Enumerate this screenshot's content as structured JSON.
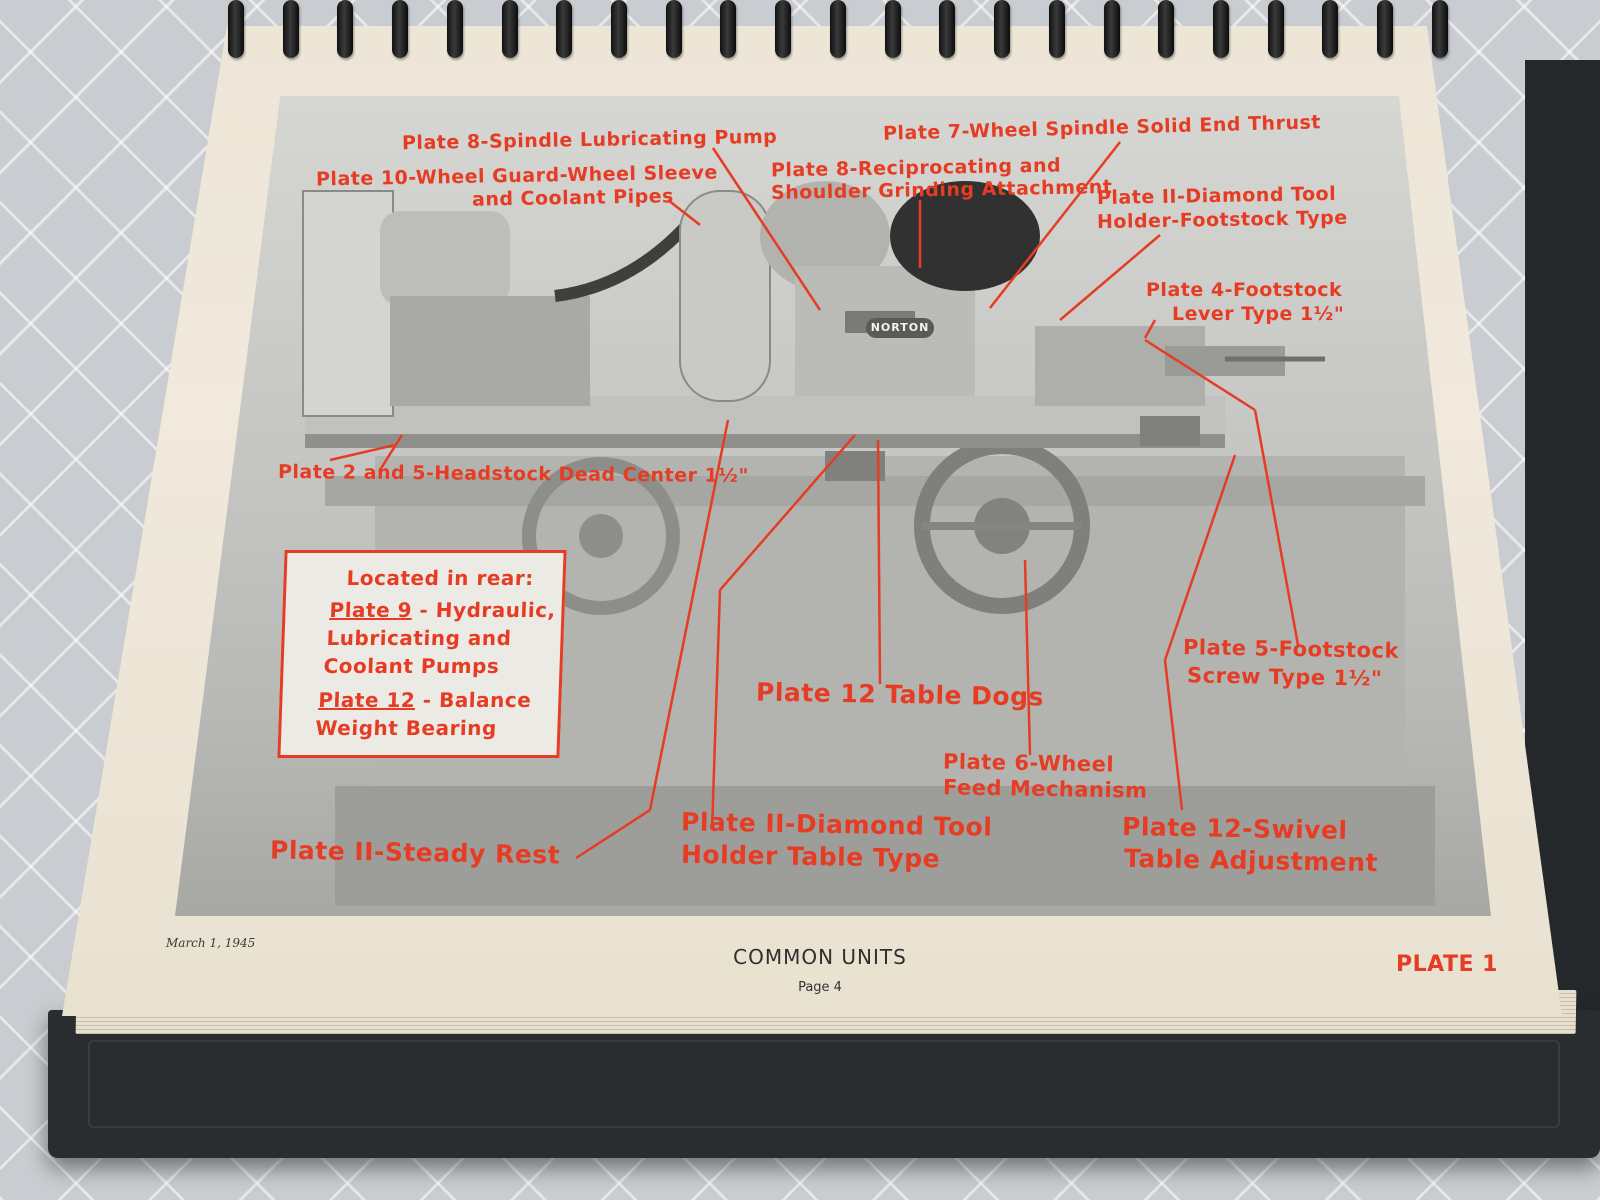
{
  "labels": {
    "spindle_pump": "Plate 8-Spindle Lubricating Pump",
    "wheel_guard_1": "Plate 10-Wheel Guard-Wheel Sleeve",
    "wheel_guard_2": "and Coolant Pipes",
    "thrust": "Plate 7-Wheel Spindle Solid End Thrust",
    "recip_1": "Plate 8-Reciprocating and",
    "recip_2": "Shoulder Grinding Attachment",
    "diamond_footstock_1": "Plate II-Diamond Tool",
    "diamond_footstock_2": "Holder-Footstock Type",
    "footstock_lever_1": "Plate 4-Footstock",
    "footstock_lever_2": "Lever Type 1½\"",
    "headstock": "Plate 2 and 5-Headstock Dead Center 1½\"",
    "footstock_screw_1": "Plate 5-Footstock",
    "footstock_screw_2": "Screw Type 1½\"",
    "table_dogs": "Plate 12 Table Dogs",
    "wheel_feed_1": "Plate 6-Wheel",
    "wheel_feed_2": "Feed Mechanism",
    "steady_rest": "Plate II-Steady Rest",
    "diamond_table_1": "Plate II-Diamond Tool",
    "diamond_table_2": "Holder Table Type",
    "swivel_1": "Plate 12-Swivel",
    "swivel_2": "Table Adjustment"
  },
  "rear_box": {
    "heading": "Located in rear:",
    "plate9_ref": "Plate 9",
    "plate9_text_1": "- Hydraulic,",
    "plate9_text_2": "Lubricating and",
    "plate9_text_3": "Coolant Pumps",
    "plate12_ref": "Plate 12",
    "plate12_text_1": "- Balance",
    "plate12_text_2": "Weight Bearing"
  },
  "machine_nameplate": "NORTON",
  "footer": {
    "date": "March 1, 1945",
    "title": "COMMON UNITS",
    "page": "Page 4",
    "plate": "PLATE 1"
  },
  "colors": {
    "annotation_red": "#e63c24",
    "paper": "#efe8da",
    "binder": "#2a2d30"
  }
}
